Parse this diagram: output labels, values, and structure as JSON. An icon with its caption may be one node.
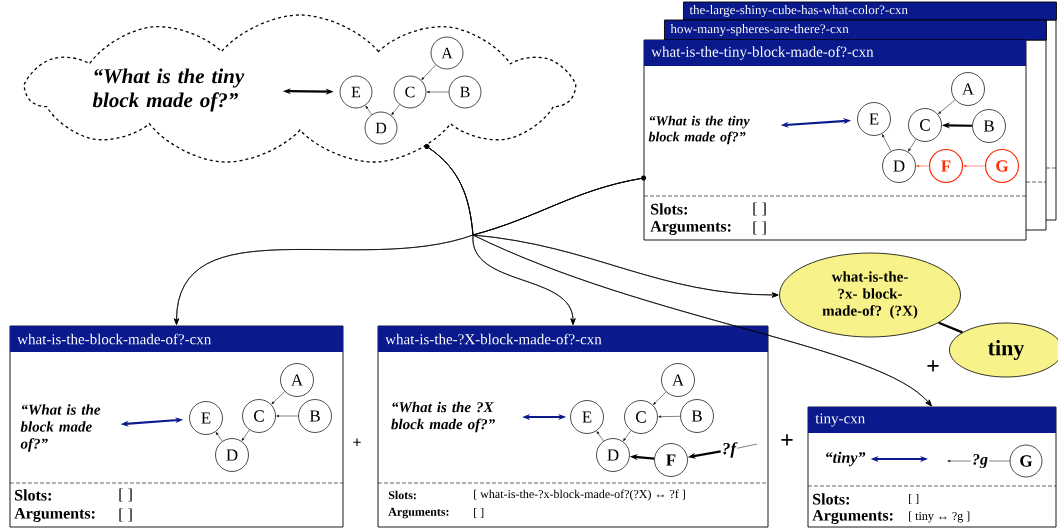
{
  "diagram": {
    "nodes": [
      {
        "text": [],
        "shape": "cloud"
      },
      {
        "text": [
          "“What is the tiny block made of?”"
        ],
        "in": 0
      },
      {
        "text": [
          "A"
        ],
        "in": 0
      },
      {
        "text": [
          "B"
        ],
        "in": 0
      },
      {
        "text": [
          "C"
        ],
        "in": 0
      },
      {
        "text": [
          "D"
        ],
        "in": 0
      },
      {
        "text": [
          "E"
        ],
        "in": 0
      },
      {
        "text": [
          "the-large-shiny-cube-has-what-color?-cxn"
        ]
      },
      {
        "text": [
          "how-many-spheres-are-there?-cxn"
        ]
      },
      {
        "text": [
          "what-is-the-tiny-block-made-of?-cxn",
          "Slots:",
          "[ ]",
          "Arguments:",
          "[ ]"
        ]
      },
      {
        "text": [
          "“What is the tiny block made of?”"
        ],
        "in": 9
      },
      {
        "text": [
          "A"
        ],
        "in": 9
      },
      {
        "text": [
          "B"
        ],
        "in": 9
      },
      {
        "text": [
          "C"
        ],
        "in": 9
      },
      {
        "text": [
          "D"
        ],
        "in": 9
      },
      {
        "text": [
          "E"
        ],
        "in": 9
      },
      {
        "text": [
          "F"
        ],
        "in": 9
      },
      {
        "text": [
          "G"
        ],
        "in": 9
      },
      {
        "text": [
          "what-is-the-block-made-of?-cxn",
          "Slots:",
          "[ ]",
          "Arguments:",
          "[ ]"
        ]
      },
      {
        "text": [
          "“What is the block made of?”"
        ],
        "in": 18
      },
      {
        "text": [
          "A"
        ],
        "in": 18
      },
      {
        "text": [
          "B"
        ],
        "in": 18
      },
      {
        "text": [
          "C"
        ],
        "in": 18
      },
      {
        "text": [
          "D"
        ],
        "in": 18
      },
      {
        "text": [
          "E"
        ],
        "in": 18
      },
      {
        "text": [
          "what-is-the-?X-block-made-of?-cxn",
          "Slots:",
          "[ what-is-the-?x-block-made-of?(?X) ↔ ?f ]",
          "Arguments:",
          "[ ]"
        ]
      },
      {
        "text": [
          "“What is the ?X block made of?”"
        ],
        "in": 25
      },
      {
        "text": [
          "A"
        ],
        "in": 25
      },
      {
        "text": [
          "B"
        ],
        "in": 25
      },
      {
        "text": [
          "C"
        ],
        "in": 25
      },
      {
        "text": [
          "D"
        ],
        "in": 25
      },
      {
        "text": [
          "E"
        ],
        "in": 25
      },
      {
        "text": [
          "F"
        ],
        "in": 25
      },
      {
        "text": [
          "?f"
        ],
        "in": 25
      },
      {
        "text": [
          "what-is-the-?x- block-made-of? (?X)"
        ]
      },
      {
        "text": [
          "tiny"
        ]
      },
      {
        "text": [
          "tiny-cxn",
          "Slots:",
          "[ ]",
          "Arguments:",
          "[ tiny ↔ ?g ]"
        ]
      },
      {
        "text": [
          "“tiny”"
        ],
        "in": 36
      },
      {
        "text": [
          "?g"
        ],
        "in": 36
      },
      {
        "text": [
          "G"
        ],
        "in": 36
      },
      {
        "text": [],
        "shape": "circle"
      },
      {
        "text": [],
        "shape": "circle"
      }
    ],
    "edges": [
      {
        "from": 2,
        "to": 4,
        "arrow": "to"
      },
      {
        "from": 3,
        "to": 4,
        "arrow": "to"
      },
      {
        "from": 4,
        "to": 5,
        "arrow": "to"
      },
      {
        "from": 5,
        "to": 6,
        "arrow": "to"
      },
      {
        "from": 1,
        "to": 6,
        "arrow": "both",
        "style": "thick"
      },
      {
        "from": 11,
        "to": 13,
        "arrow": "to"
      },
      {
        "from": 12,
        "to": 13,
        "arrow": "to",
        "style": "thick"
      },
      {
        "from": 13,
        "to": 14,
        "arrow": "to"
      },
      {
        "from": 14,
        "to": 15,
        "arrow": "to"
      },
      {
        "from": 16,
        "to": 14,
        "arrow": "to",
        "color": "#ff2a00"
      },
      {
        "from": 17,
        "to": 16,
        "arrow": "to",
        "color": "#ff2a00"
      },
      {
        "from": 10,
        "to": 15,
        "arrow": "both",
        "style": "thick",
        "color": "#0a1a8c"
      },
      {
        "from": 20,
        "to": 22,
        "arrow": "to"
      },
      {
        "from": 21,
        "to": 22,
        "arrow": "to"
      },
      {
        "from": 22,
        "to": 23,
        "arrow": "to"
      },
      {
        "from": 23,
        "to": 24,
        "arrow": "to"
      },
      {
        "from": 19,
        "to": 24,
        "arrow": "both",
        "style": "thick",
        "color": "#0a1a8c"
      },
      {
        "from": 27,
        "to": 29,
        "arrow": "to"
      },
      {
        "from": 28,
        "to": 29,
        "arrow": "to"
      },
      {
        "from": 29,
        "to": 30,
        "arrow": "to"
      },
      {
        "from": 30,
        "to": 31,
        "arrow": "to"
      },
      {
        "from": 32,
        "to": 30,
        "arrow": "to",
        "style": "thick"
      },
      {
        "from": 33,
        "to": 32,
        "arrow": "to",
        "style": "thick"
      },
      {
        "from": null,
        "to": 33,
        "arrow": "none"
      },
      {
        "from": 26,
        "to": 31,
        "arrow": "both",
        "style": "thick",
        "color": "#0a1a8c"
      },
      {
        "from": 34,
        "to": 35,
        "arrow": "none",
        "style": "thick"
      },
      {
        "from": 37,
        "to": null,
        "arrow": "both",
        "style": "thick",
        "color": "#0a1a8c"
      },
      {
        "from": 38,
        "to": null,
        "arrow": "to"
      },
      {
        "from": 39,
        "to": 38,
        "arrow": "none"
      },
      {
        "from": 40,
        "to": 18,
        "arrow": "to"
      },
      {
        "from": 40,
        "to": 25,
        "arrow": "to"
      },
      {
        "from": 40,
        "to": 34,
        "arrow": "to"
      },
      {
        "from": 40,
        "to": 36,
        "arrow": "to"
      },
      {
        "from": 41,
        "to": 18,
        "arrow": "to"
      },
      {
        "from": 41,
        "to": 25,
        "arrow": "to"
      },
      {
        "from": 41,
        "to": 34,
        "arrow": "to"
      },
      {
        "from": 41,
        "to": 36,
        "arrow": "to"
      }
    ],
    "labels": [
      "+",
      "+",
      "+"
    ]
  }
}
